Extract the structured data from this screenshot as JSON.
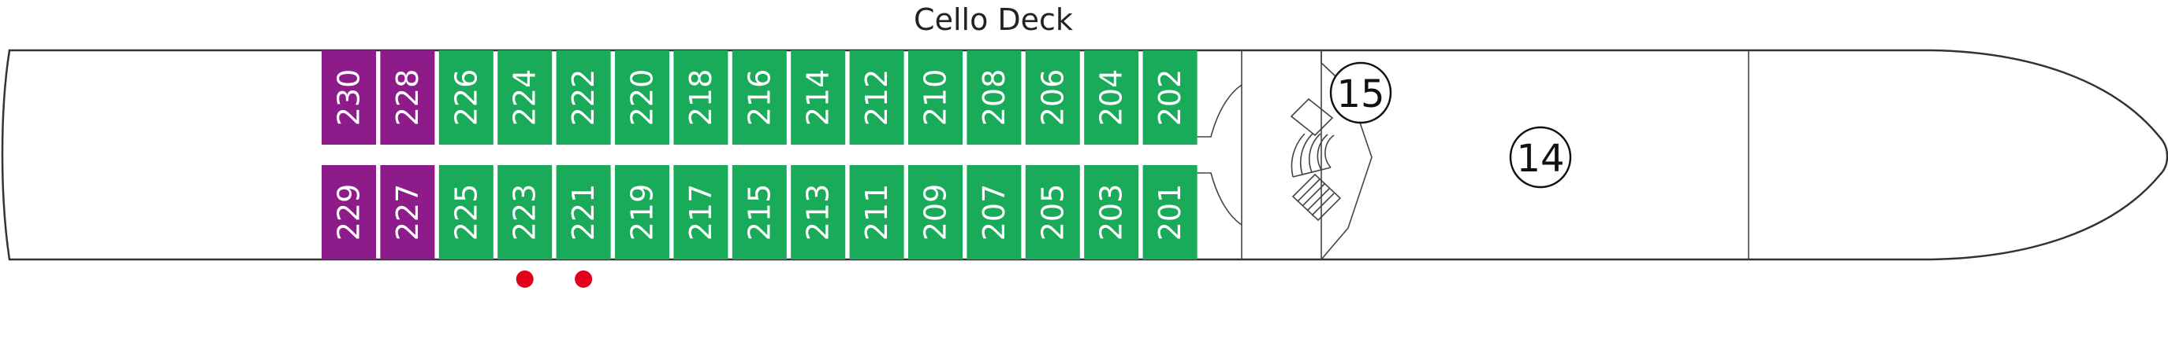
{
  "deck": {
    "title": "Cello Deck",
    "colors": {
      "standard": "#1aab5a",
      "suite": "#8d1b8a",
      "marker": "#e3001b",
      "hull_stroke": "#333333"
    },
    "cabins_top": [
      {
        "number": "230",
        "category": "suite"
      },
      {
        "number": "228",
        "category": "suite"
      },
      {
        "number": "226",
        "category": "standard"
      },
      {
        "number": "224",
        "category": "standard"
      },
      {
        "number": "222",
        "category": "standard"
      },
      {
        "number": "220",
        "category": "standard"
      },
      {
        "number": "218",
        "category": "standard"
      },
      {
        "number": "216",
        "category": "standard"
      },
      {
        "number": "214",
        "category": "standard"
      },
      {
        "number": "212",
        "category": "standard"
      },
      {
        "number": "210",
        "category": "standard"
      },
      {
        "number": "208",
        "category": "standard"
      },
      {
        "number": "206",
        "category": "standard"
      },
      {
        "number": "204",
        "category": "standard"
      },
      {
        "number": "202",
        "category": "standard"
      }
    ],
    "cabins_bottom": [
      {
        "number": "229",
        "category": "suite"
      },
      {
        "number": "227",
        "category": "suite"
      },
      {
        "number": "225",
        "category": "standard"
      },
      {
        "number": "223",
        "category": "standard",
        "marker": true
      },
      {
        "number": "221",
        "category": "standard",
        "marker": true
      },
      {
        "number": "219",
        "category": "standard"
      },
      {
        "number": "217",
        "category": "standard"
      },
      {
        "number": "215",
        "category": "standard"
      },
      {
        "number": "213",
        "category": "standard"
      },
      {
        "number": "211",
        "category": "standard"
      },
      {
        "number": "209",
        "category": "standard"
      },
      {
        "number": "207",
        "category": "standard"
      },
      {
        "number": "205",
        "category": "standard"
      },
      {
        "number": "203",
        "category": "standard"
      },
      {
        "number": "201",
        "category": "standard"
      }
    ],
    "callouts": [
      {
        "id": "stairs",
        "label": "15"
      },
      {
        "id": "sun-area",
        "label": "14"
      }
    ]
  }
}
